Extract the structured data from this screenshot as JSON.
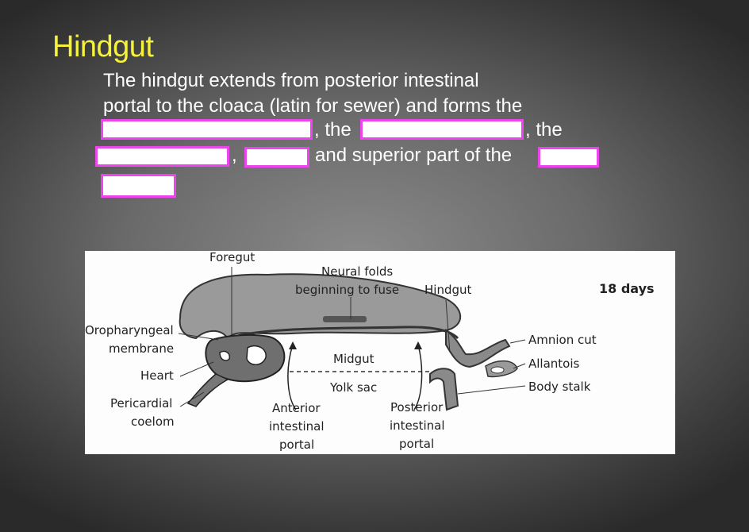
{
  "slide": {
    "title": "Hindgut",
    "line1": "The hindgut extends from posterior intestinal",
    "line2": "portal to the cloaca (latin for sewer) and forms the",
    "sep1": ", the",
    "sep2": ", the",
    "sep3": ",",
    "sep4": "and superior part of the"
  },
  "figure": {
    "foregut": "Foregut",
    "neural_folds_1": "Neural folds",
    "neural_folds_2": "beginning to fuse",
    "hindgut": "Hindgut",
    "days": "18 days",
    "oro_1": "Oropharyngeal",
    "oro_2": "membrane",
    "heart": "Heart",
    "midgut": "Midgut",
    "yolk_sac": "Yolk sac",
    "peri_1": "Pericardial",
    "peri_2": "coelom",
    "ant_1": "Anterior",
    "ant_2": "intestinal",
    "ant_3": "portal",
    "post_1": "Posterior",
    "post_2": "intestinal",
    "post_3": "portal",
    "amnion": "Amnion cut",
    "allantois": "Allantois",
    "body_stalk": "Body stalk"
  },
  "colors": {
    "title": "#f4f23a",
    "blank_border": "#ee44ee"
  }
}
